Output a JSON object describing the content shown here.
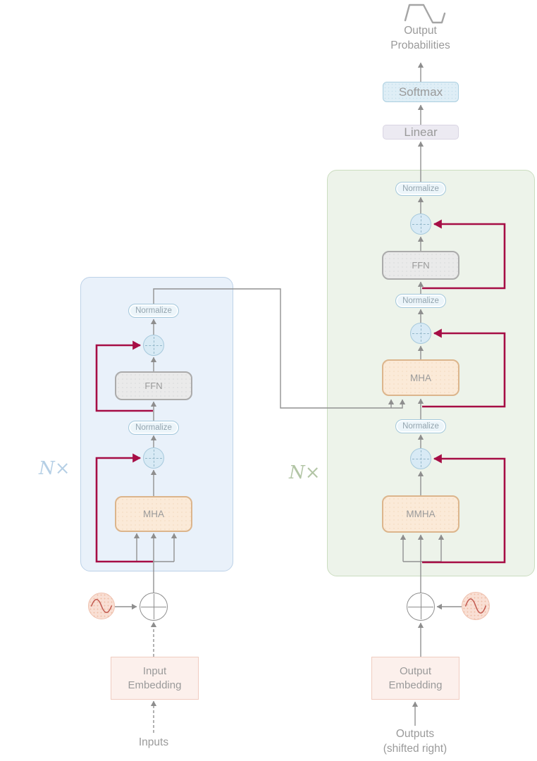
{
  "output_head": {
    "probabilities_line1": "Output",
    "probabilities_line2": "Probabilities",
    "softmax_label": "Softmax",
    "linear_label": "Linear"
  },
  "shared": {
    "normalize_label": "Normalize",
    "ffn_label": "FFN",
    "mha_label": "MHA",
    "repeat_label": "N×"
  },
  "encoder": {
    "input_embedding_line1": "Input",
    "input_embedding_line2": "Embedding",
    "inputs_label": "Inputs"
  },
  "decoder": {
    "mmha_label": "MMHA",
    "output_embedding_line1": "Output",
    "output_embedding_line2": "Embedding",
    "outputs_label_line1": "Outputs",
    "outputs_label_line2": "(shifted right)"
  },
  "colors": {
    "residual_arrow": "#A60D45",
    "flow_line": "#919191",
    "encoder_panel": "#E9F1FA",
    "decoder_panel": "#EDF3EA",
    "attention_fill": "#FBEAD8",
    "ffn_fill": "#EAEAEA",
    "softmax_fill": "#DFEEF6",
    "linear_fill": "#ECEAF2",
    "normalize_fill": "#ECF5FA",
    "add_circle_fill": "#D8EAF5",
    "embedding_fill": "#FCF0EC",
    "positional_encoding_fill": "#F9DFD4",
    "sine_stroke": "#C25A50"
  }
}
